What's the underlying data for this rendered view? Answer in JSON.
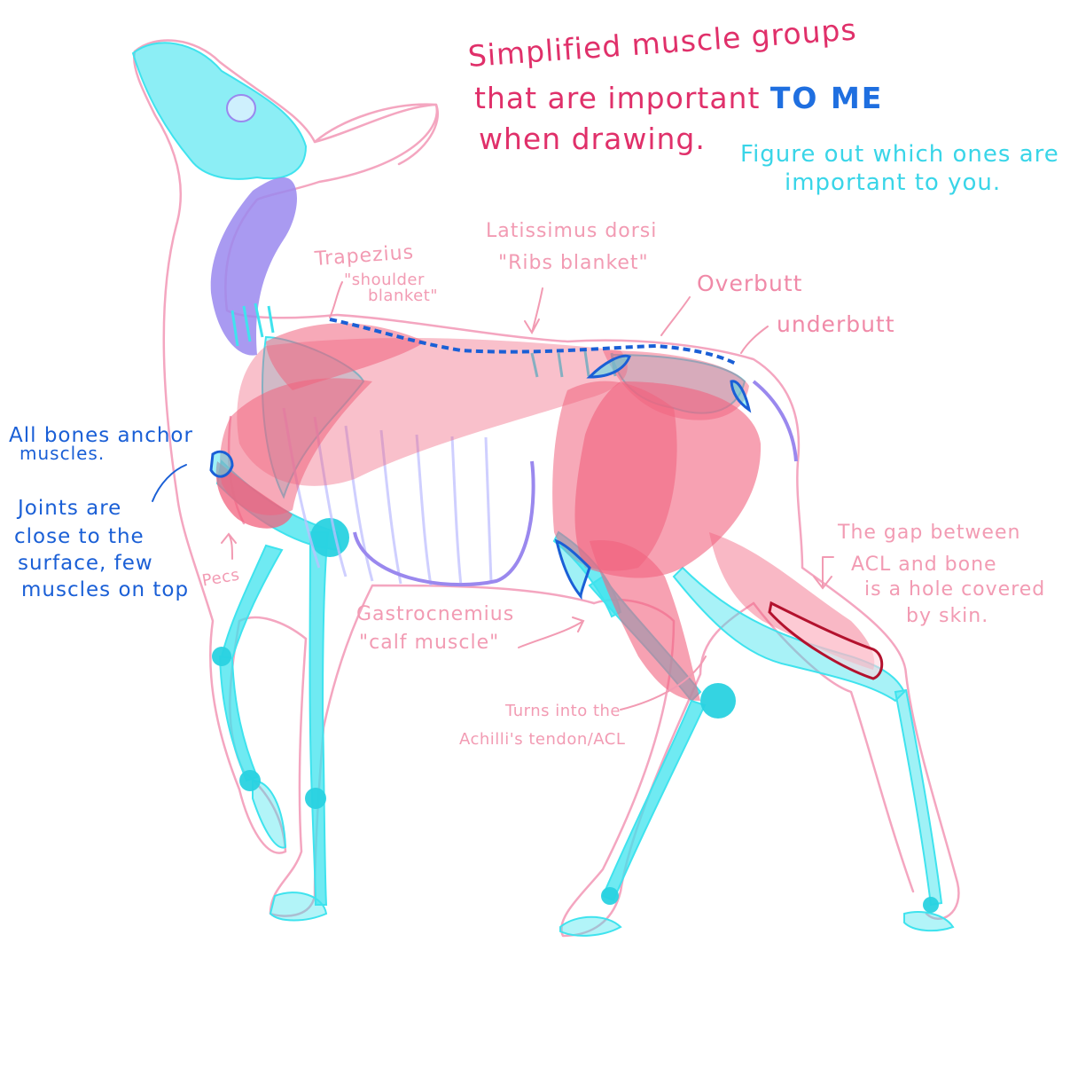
{
  "title": {
    "line1": "Simplified muscle groups",
    "line2": "that are important",
    "emphasis": "TO ME",
    "line3": "when drawing."
  },
  "subtitle": {
    "line1": "Figure out which ones are",
    "line2": "important to you."
  },
  "labels": {
    "trapezius": {
      "name": "Trapezius",
      "nick1": "\"shoulder",
      "nick2": "blanket\""
    },
    "latissimus": {
      "name": "Latissimus dorsi",
      "nick": "\"Ribs blanket\""
    },
    "overbutt": "Overbutt",
    "underbutt": "underbutt",
    "bones": {
      "line1": "All bones anchor",
      "line2": "muscles."
    },
    "joints": {
      "line1": "Joints are",
      "line2": "close to the",
      "line3": "surface, few",
      "line4": "muscles on top"
    },
    "pecs": "Pecs",
    "gastrocnemius": {
      "name": "Gastrocnemius",
      "nick": "\"calf muscle\""
    },
    "achilles": {
      "line1": "Turns into the",
      "line2": "Achilli's tendon/ACL"
    },
    "gap": {
      "line1": "The gap between",
      "line2": "ACL and bone",
      "line3": "is a hole covered",
      "line4": "by skin."
    }
  },
  "colors": {
    "outline": "#f4a6c0",
    "bone": "#3fe3ee",
    "muscle": "#f1627e",
    "trapezius_neck": "#9a88ee",
    "anchor": "#1a5fd6",
    "gap": "#b3122e"
  }
}
